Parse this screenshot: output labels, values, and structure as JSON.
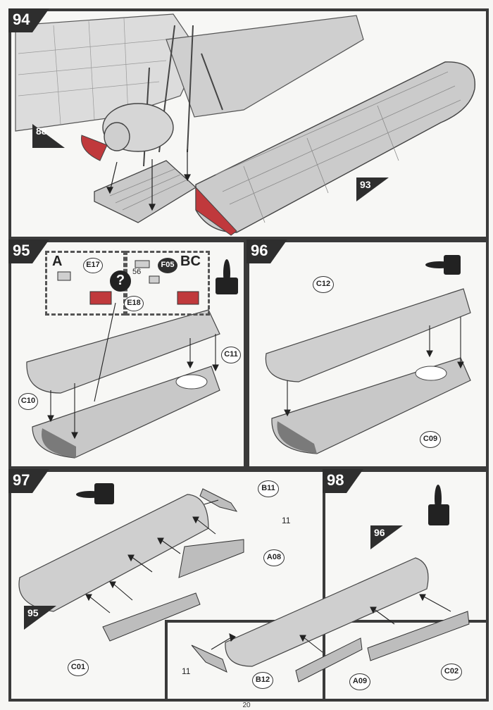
{
  "page_number": "20",
  "steps": [
    {
      "number": "94",
      "refs": [
        "88",
        "93"
      ],
      "parts": []
    },
    {
      "number": "95",
      "variants": [
        "A",
        "BC"
      ],
      "parts": [
        "E17",
        "F05",
        "56",
        "E18",
        "C11",
        "C10"
      ],
      "info_symbol": "?"
    },
    {
      "number": "96",
      "parts": [
        "C12",
        "C09"
      ]
    },
    {
      "number": "97",
      "refs": [
        "95"
      ],
      "parts": [
        "B11",
        "11",
        "A08",
        "C01"
      ]
    },
    {
      "number": "98",
      "refs": [
        "96"
      ],
      "parts": [
        "11",
        "B12",
        "A09",
        "C02"
      ]
    }
  ],
  "colors": {
    "frame": "#3a3a3a",
    "part_grey": "#c9c9c9",
    "accent_red": "#c0393c",
    "badge_dark": "#2e2e2e"
  }
}
